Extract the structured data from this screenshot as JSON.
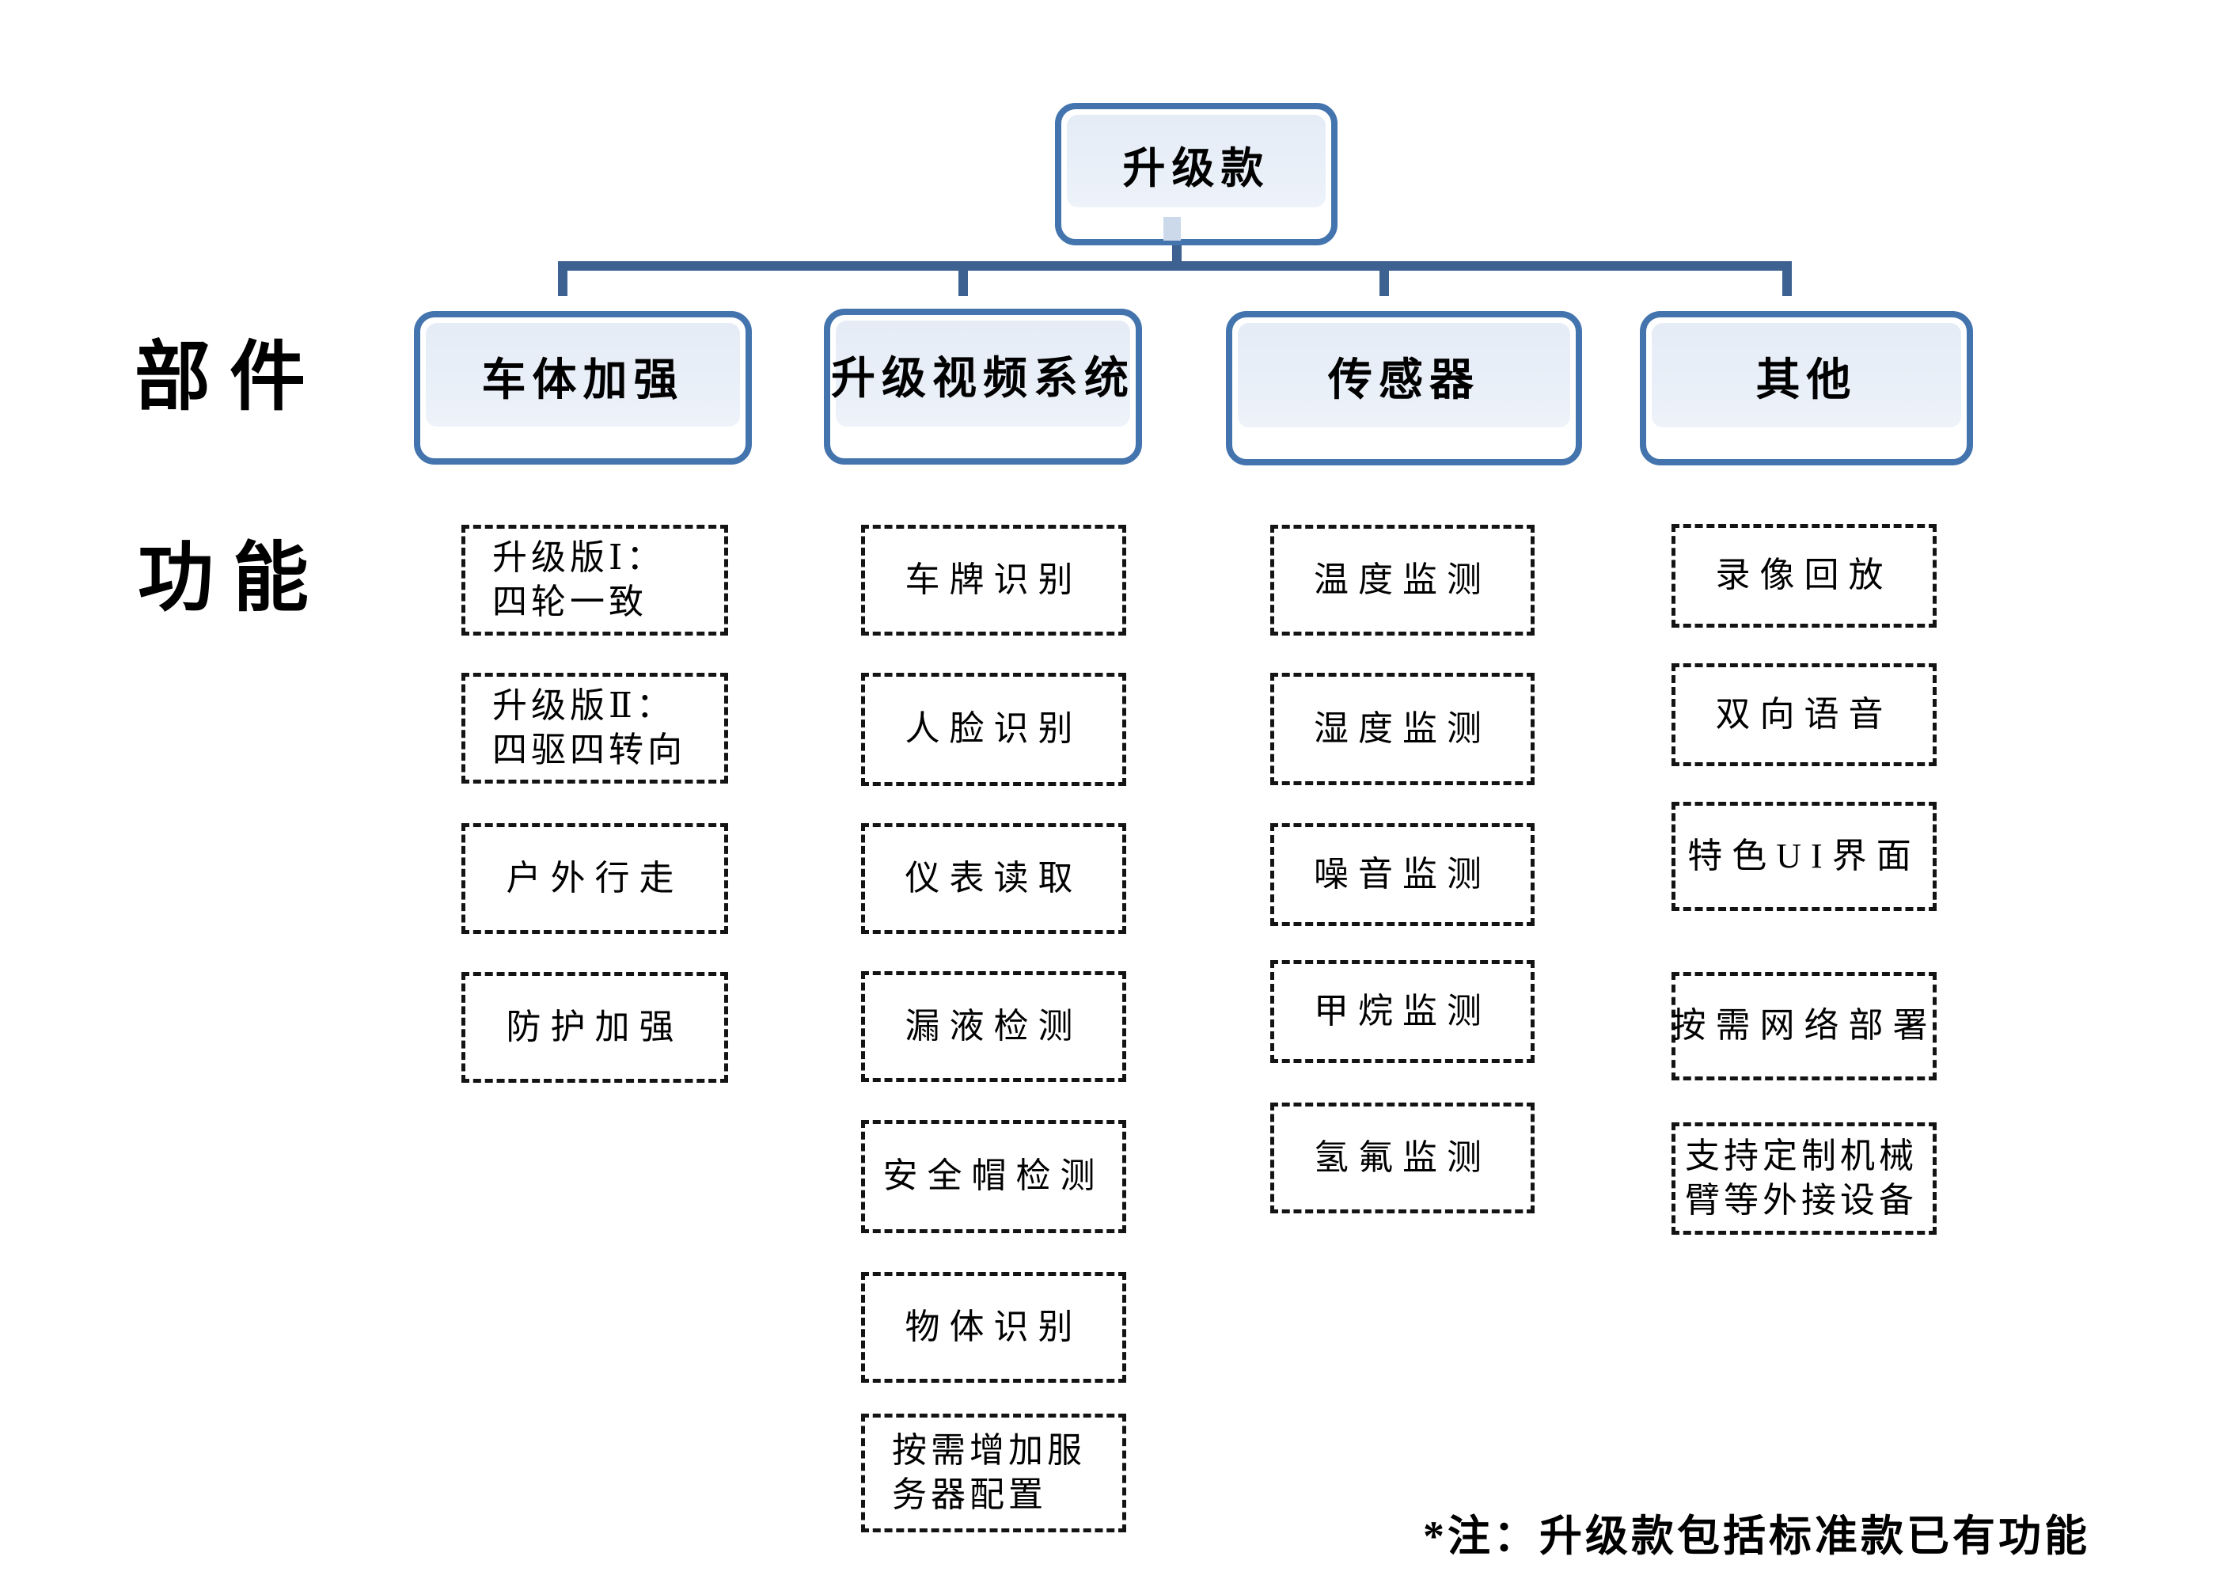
{
  "root": {
    "label": "升级款"
  },
  "side_labels": [
    {
      "text": "部件"
    },
    {
      "text": "功能"
    }
  ],
  "branches": [
    {
      "label": "车体加强",
      "items": [
        {
          "lines": [
            "升级版Ⅰ：",
            "四轮一致"
          ],
          "align": "left"
        },
        {
          "lines": [
            "升级版Ⅱ：",
            "四驱四转向"
          ],
          "align": "left"
        },
        {
          "lines": [
            "户外行走"
          ],
          "align": "center"
        },
        {
          "lines": [
            "防护加强"
          ],
          "align": "center"
        }
      ]
    },
    {
      "label": "升级视频系统",
      "items": [
        {
          "lines": [
            "车牌识别"
          ],
          "align": "center"
        },
        {
          "lines": [
            "人脸识别"
          ],
          "align": "center"
        },
        {
          "lines": [
            "仪表读取"
          ],
          "align": "center"
        },
        {
          "lines": [
            "漏液检测"
          ],
          "align": "center"
        },
        {
          "lines": [
            "安全帽检测"
          ],
          "align": "center"
        },
        {
          "lines": [
            "物体识别"
          ],
          "align": "center"
        },
        {
          "lines": [
            "按需增加服",
            "务器配置"
          ],
          "align": "left"
        }
      ]
    },
    {
      "label": "传感器",
      "items": [
        {
          "lines": [
            "温度监测"
          ],
          "align": "center"
        },
        {
          "lines": [
            "湿度监测"
          ],
          "align": "center"
        },
        {
          "lines": [
            "噪音监测"
          ],
          "align": "center"
        },
        {
          "lines": [
            "甲烷监测"
          ],
          "align": "center"
        },
        {
          "lines": [
            "氢氟监测"
          ],
          "align": "center"
        }
      ]
    },
    {
      "label": "其他",
      "items": [
        {
          "lines": [
            "录像回放"
          ],
          "align": "center"
        },
        {
          "lines": [
            "双向语音"
          ],
          "align": "center"
        },
        {
          "lines": [
            "特色UI界面"
          ],
          "align": "center"
        },
        {
          "lines": [
            "按需网络部署"
          ],
          "align": "center"
        },
        {
          "lines": [
            "支持定制机械",
            "臂等外接设备"
          ],
          "align": "left"
        }
      ]
    }
  ],
  "note": {
    "text": "*注：升级款包括标准款已有功能"
  },
  "colors": {
    "node_shadow_fill": "#4d7db9",
    "node_border": "#4374ad",
    "node_inner_fill": "#e8edf6",
    "connector": "#3d6191",
    "dashed_border": "#141414",
    "text": "#000000",
    "background": "#ffffff"
  }
}
